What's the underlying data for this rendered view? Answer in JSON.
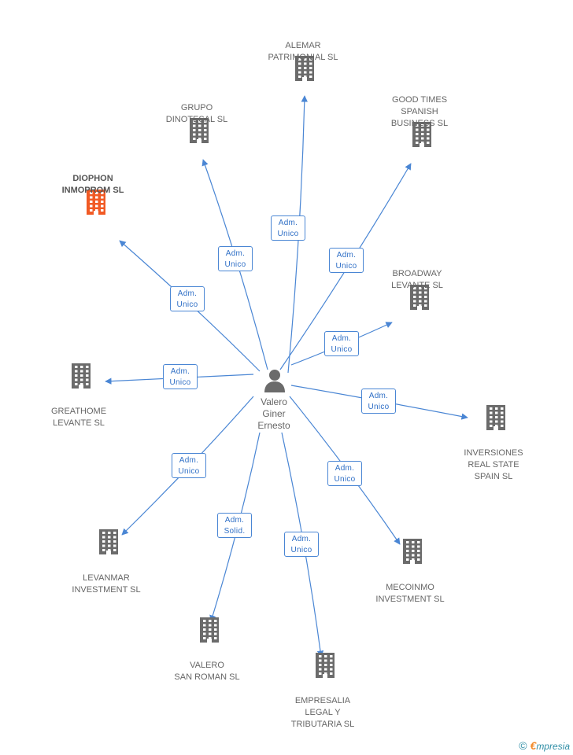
{
  "center": {
    "name": "Valero\nGiner\nErnesto",
    "icon": "person-icon"
  },
  "companies": [
    {
      "id": "alemar",
      "label": "ALEMAR\nPATRIMONIAL SL",
      "role": "Adm.\nUnico",
      "highlight": false
    },
    {
      "id": "grupo",
      "label": "GRUPO\nDINOTESAL SL",
      "role": "Adm.\nUnico",
      "highlight": false
    },
    {
      "id": "goodtimes",
      "label": "GOOD TIMES\nSPANISH\nBUSINESS  SL",
      "role": "Adm.\nUnico",
      "highlight": false
    },
    {
      "id": "diophon",
      "label": "DIOPHON\nINMOPROM SL",
      "role": "Adm.\nUnico",
      "highlight": true
    },
    {
      "id": "broadway",
      "label": "BROADWAY\nLEVANTE SL",
      "role": "Adm.\nUnico",
      "highlight": false
    },
    {
      "id": "greathome",
      "label": "GREATHOME\nLEVANTE SL",
      "role": "Adm.\nUnico",
      "highlight": false
    },
    {
      "id": "inversiones",
      "label": "INVERSIONES\nREAL STATE\nSPAIN SL",
      "role": "Adm.\nUnico",
      "highlight": false
    },
    {
      "id": "levanmar",
      "label": "LEVANMAR\nINVESTMENT SL",
      "role": "Adm.\nUnico",
      "highlight": false
    },
    {
      "id": "mecoinmo",
      "label": "MECOINMO\nINVESTMENT SL",
      "role": "Adm.\nUnico",
      "highlight": false
    },
    {
      "id": "valerosr",
      "label": "VALERO\nSAN ROMAN SL",
      "role": "Adm.\nSolid.",
      "highlight": false
    },
    {
      "id": "empresalia",
      "label": "EMPRESALIA\nLEGAL Y\nTRIBUTARIA SL",
      "role": "Adm.\nUnico",
      "highlight": false
    }
  ],
  "colors": {
    "edge": "#4a86d4",
    "building": "#6b6b6b",
    "highlight": "#f15a24",
    "person": "#6b6b6b"
  },
  "footer": {
    "copyright": "©",
    "brand_e": "€",
    "brand_rest": "mpresia"
  }
}
